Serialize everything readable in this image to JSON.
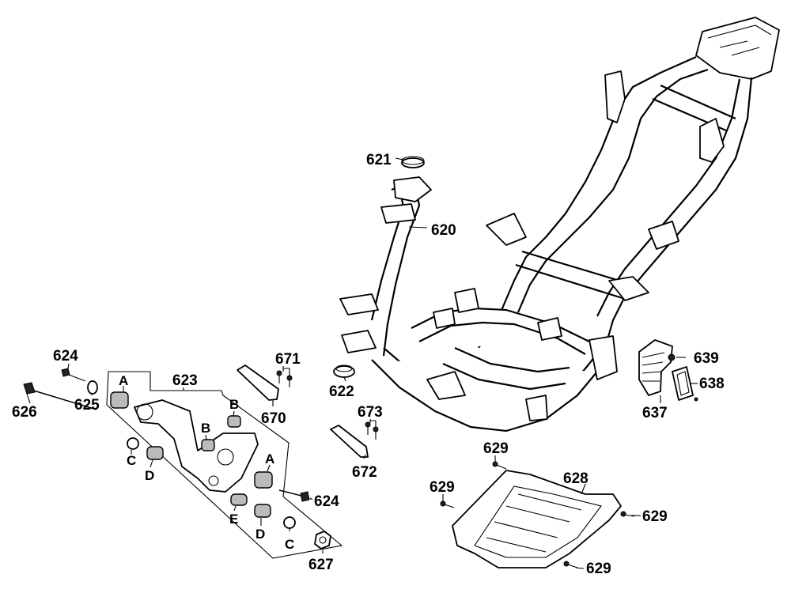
{
  "labels": {
    "p620": "620",
    "p621": "621",
    "p622": "622",
    "p623": "623",
    "p624a": "624",
    "p624b": "624",
    "p625": "625",
    "p626": "626",
    "p627": "627",
    "p628": "628",
    "p629a": "629",
    "p629b": "629",
    "p629c": "629",
    "p629d": "629",
    "p637": "637",
    "p638": "638",
    "p639": "639",
    "p670": "670",
    "p671": "671",
    "p672": "672",
    "p673": "673"
  },
  "letters": {
    "a1": "A",
    "a2": "A",
    "b1": "B",
    "b2": "B",
    "c1": "C",
    "c2": "C",
    "d1": "D",
    "d2": "D",
    "e1": "E"
  }
}
